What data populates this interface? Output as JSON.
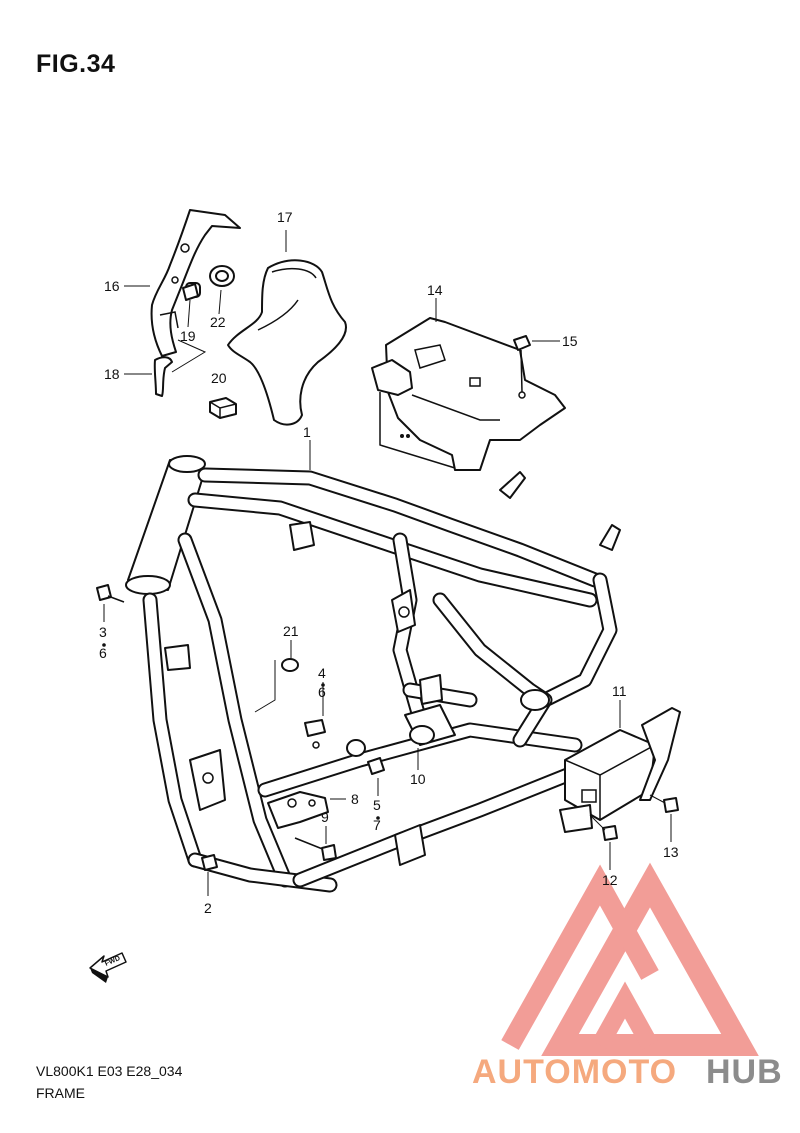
{
  "figure": {
    "title": "FIG.34",
    "model_code": "VL800K1 E03 E28_034",
    "section_name": "FRAME"
  },
  "callouts": {
    "c1": "1",
    "c2": "2",
    "c3": "3",
    "c6a": "6",
    "c4": "4",
    "c6b": "6",
    "c5": "5",
    "c7": "7",
    "c8": "8",
    "c9": "9",
    "c10": "10",
    "c11": "11",
    "c12": "12",
    "c13": "13",
    "c14": "14",
    "c15": "15",
    "c16": "16",
    "c17": "17",
    "c18": "18",
    "c19": "19",
    "c20": "20",
    "c21": "21",
    "c22": "22"
  },
  "fwd_arrow": {
    "label": "FWD"
  },
  "watermark": {
    "brand_part1": "AUTOMOTO",
    "brand_part2": "HUB",
    "color_part1": "#f5a97e",
    "color_part2": "#8c8c8c",
    "logo_color": "#f08c86"
  }
}
